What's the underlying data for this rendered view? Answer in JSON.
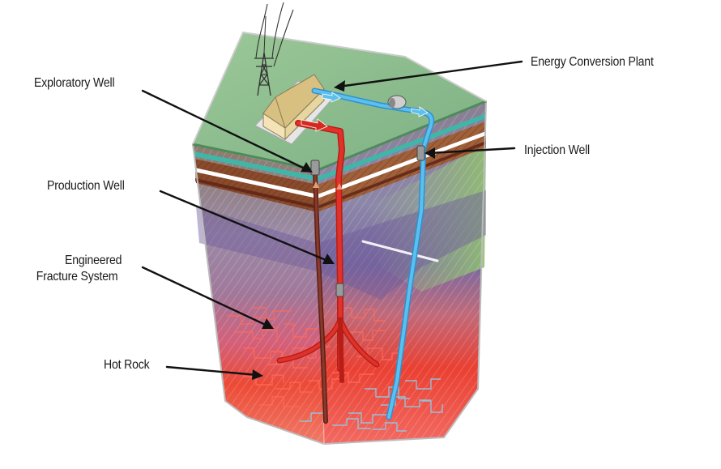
{
  "labels": {
    "energy_plant": "Energy Conversion Plant",
    "exploratory_well": "Exploratory Well",
    "injection_well": "Injection Well",
    "production_well": "Production Well",
    "fracture_line1": "Engineered",
    "fracture_line2": "Fracture System",
    "hot_rock": "Hot Rock"
  },
  "colors": {
    "surface": "#8fbf8a",
    "surface_edge": "#4e8a5a",
    "teal_band": "#3fb7a8",
    "soil_brown": "#7a3a22",
    "rock_grey": "#8a87a8",
    "rock_purple": "#7d5aa0",
    "hot_red": "#e8342a",
    "hot_orange": "#f27a3a",
    "production_pipe": "#d5281e",
    "injection_pipe": "#3aa7e0",
    "exploratory_pipe": "#6a2a1e",
    "leader_line": "#111111"
  }
}
